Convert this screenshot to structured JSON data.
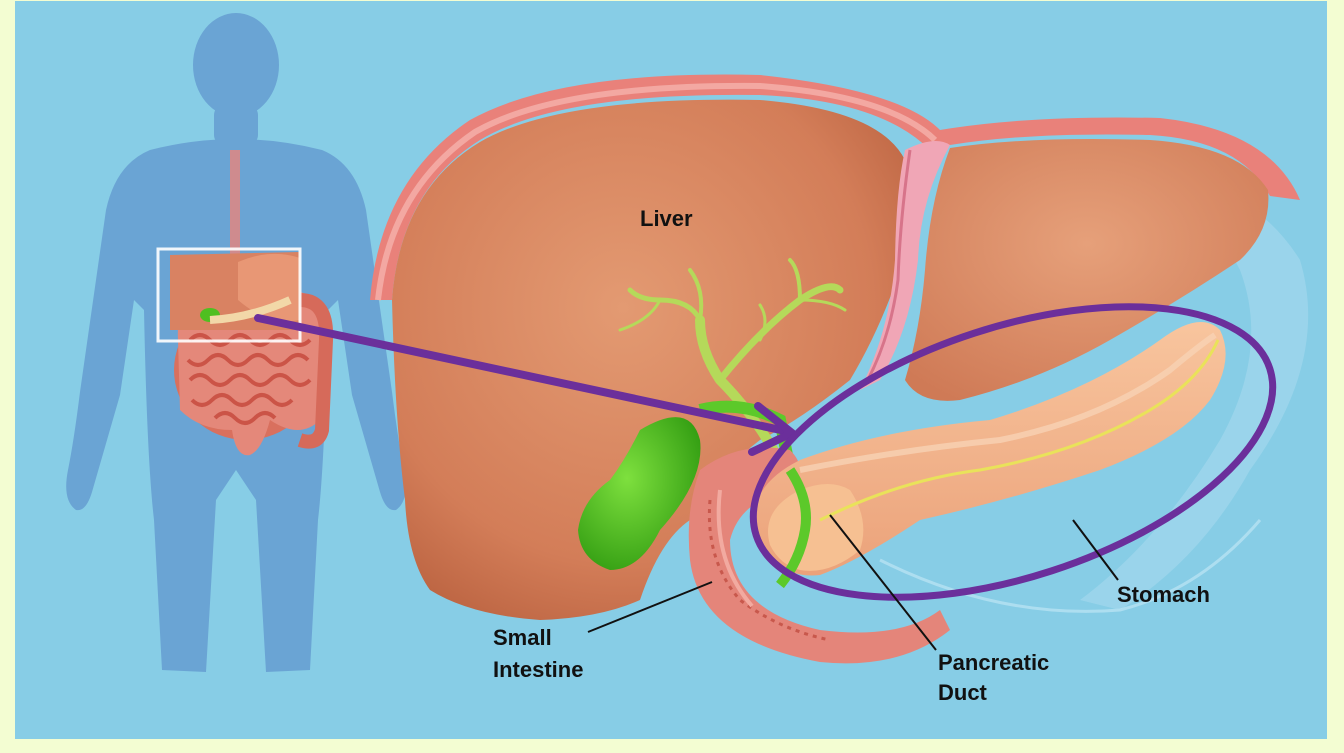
{
  "labels": {
    "liver": "Liver",
    "small_intestine_line1": "Small",
    "small_intestine_line2": "Intestine",
    "pancreatic_duct_line1": "Pancreatic",
    "pancreatic_duct_line2": "Duct",
    "stomach": "Stomach"
  },
  "colors": {
    "page_border": "#f3fdd2",
    "background": "#87cde6",
    "silhouette": "#6aa4d4",
    "liver": "#d9825e",
    "liver_capsule": "#e9817a",
    "gallbladder": "#4fbf20",
    "bile_ducts": "#a8d64a",
    "pancreas": "#f2b48a",
    "pancreatic_duct": "#e9e25a",
    "duodenum": "#e4857a",
    "annotation": "#6b2f9b"
  },
  "icons": {
    "body": "human-silhouette-icon",
    "highlight_box": "highlight-box-icon",
    "arrow": "annotation-arrow-icon",
    "ellipse": "annotation-ellipse-icon"
  }
}
